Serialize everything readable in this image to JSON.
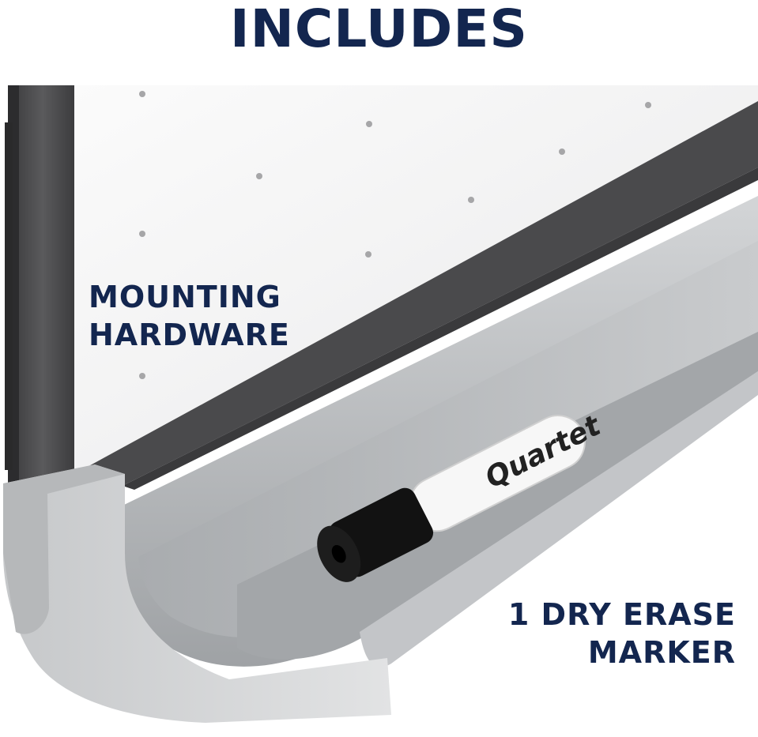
{
  "headline": "INCLUDES",
  "callouts": {
    "mounting": {
      "line1": "MOUNTING",
      "line2": "HARDWARE"
    },
    "marker": {
      "line1": "1 DRY ERASE",
      "line2": "MARKER"
    }
  },
  "marker_brand": "Quartet",
  "colors": {
    "headline_text": "#13264f",
    "frame": "#4a4a4a",
    "tray": "#b9bbbd",
    "board": "#f4f4f4"
  }
}
